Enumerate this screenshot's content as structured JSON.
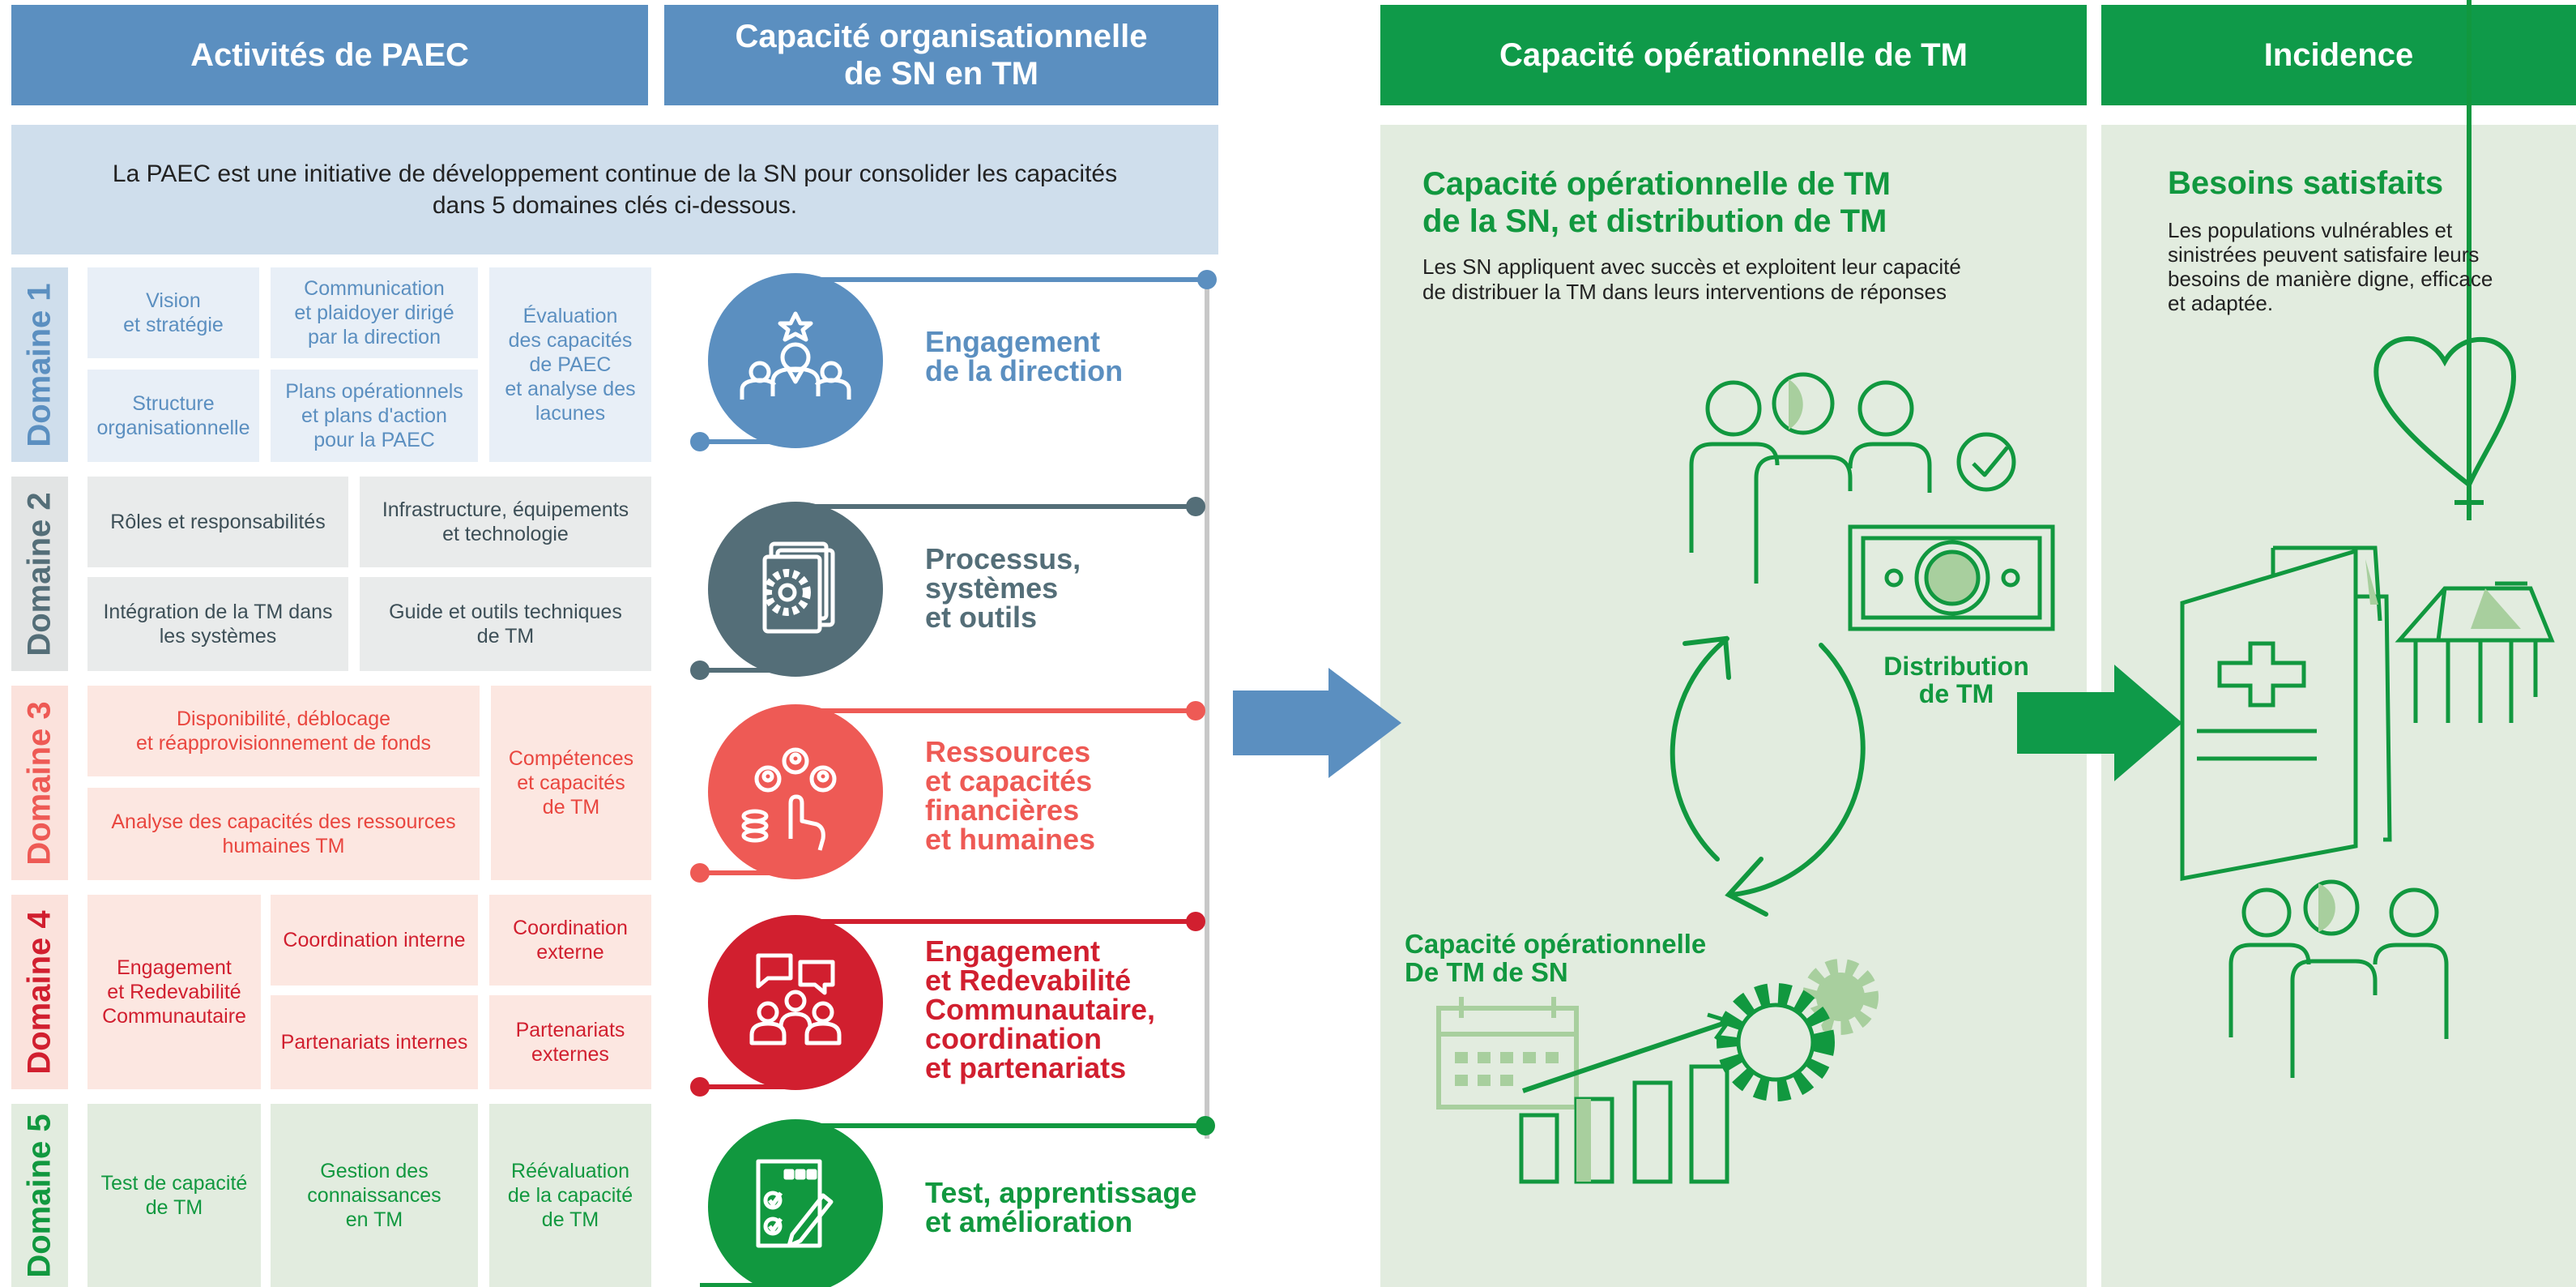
{
  "headers": {
    "activites": "Activités de PAEC",
    "capacite_org": "Capacité organisationnelle\nde SN en TM",
    "capacite_op": "Capacité opérationnelle de TM",
    "incidence": "Incidence"
  },
  "intro": "La PAEC est une initiative de développement continue de la SN pour consolider les capacités\ndans 5 domaines clés ci-dessous.",
  "domains": [
    {
      "label": "Domaine 1",
      "color": "#5b8fc0",
      "caption": "Engagement\nde la direction",
      "cells": [
        "Vision\net stratégie",
        "Communication\net plaidoyer dirigé\npar la direction",
        "Évaluation\ndes capacités\nde PAEC\net analyse des\nlacunes",
        "Structure\norganisationnelle",
        "Plans opérationnels\net plans d'action\npour la PAEC"
      ]
    },
    {
      "label": "Domaine 2",
      "color": "#546e78",
      "caption": "Processus,\nsystèmes\net outils",
      "cells": [
        "Rôles et responsabilités",
        "Infrastructure, équipements\net technologie",
        "Intégration de la TM dans\nles systèmes",
        "Guide et outils techniques\nde TM"
      ]
    },
    {
      "label": "Domaine 3",
      "color": "#ee5a55",
      "caption": "Ressources\net capacités\nfinancières\net humaines",
      "cells": [
        "Disponibilité, déblocage\net réapprovisionnement de fonds",
        "Compétences\net capacités\nde TM",
        "Analyse des capacités des ressources\nhumaines TM"
      ]
    },
    {
      "label": "Domaine 4",
      "color": "#d11f2f",
      "caption": "Engagement\net Redevabilité\nCommunautaire,\ncoordination\net partenariats",
      "cells": [
        "Engagement\net Redevabilité\nCommunautaire",
        "Coordination interne",
        "Coordination\nexterne",
        "Partenariats internes",
        "Partenariats\nexternes"
      ]
    },
    {
      "label": "Domaine 5",
      "color": "#11983f",
      "caption": "Test, apprentissage\net amélioration",
      "cells": [
        "Test de capacité\nde TM",
        "Gestion des\nconnaissances\nen TM",
        "Réévaluation\nde la capacité\nde TM"
      ]
    }
  ],
  "operational": {
    "title": "Capacité opérationnelle de TM\nde la SN, et distribution de TM",
    "text": "Les SN appliquent avec succès et exploitent leur capacité\nde distribuer la TM dans leurs interventions de réponses",
    "distribution_label": "Distribution\nde TM",
    "capacity_label": "Capacité opérationnelle\nDe TM de SN"
  },
  "incidence": {
    "title": "Besoins satisfaits",
    "text": "Les populations vulnérables et\nsinistrées peuvent satisfaire leurs\nbesoins de manière digne, efficace\net adaptée."
  },
  "icons": [
    "leader-icon",
    "gear-documents-icon",
    "hand-coins-people-icon",
    "chat-community-icon",
    "checklist-pen-icon",
    "people-check-icon",
    "banknote-icon",
    "cycle-arrows-icon",
    "calendar-icon",
    "bar-chart-icon",
    "gears-icon",
    "heart-icon",
    "door-medical-icon",
    "house-icon",
    "people-icon",
    "arrow-right-icon"
  ],
  "colors": {
    "blue": "#5b8fc0",
    "green": "#0f9a49",
    "panel_green": "#e2ecdf",
    "light_green_icon": "#a8cf9e"
  }
}
